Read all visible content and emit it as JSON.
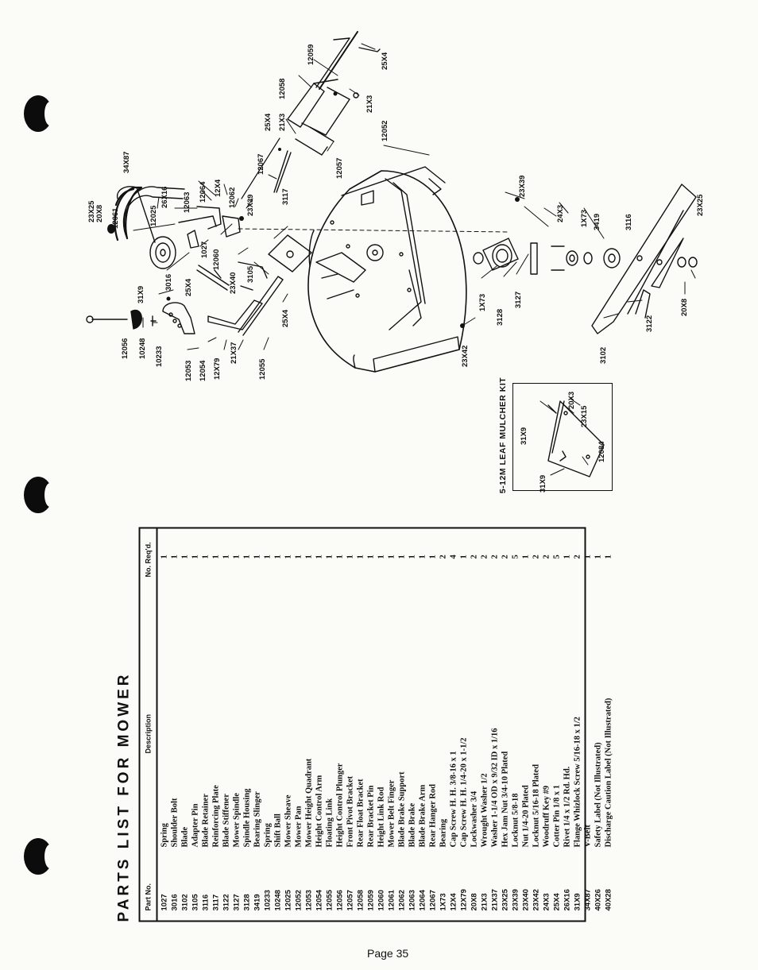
{
  "table": {
    "title": "PARTS LIST FOR MOWER",
    "headers": {
      "part": "Part No.",
      "desc": "Description",
      "qty": "No. Req'd."
    },
    "rows": [
      [
        "1027",
        "Spring",
        "1"
      ],
      [
        "3016",
        "Shoulder Bolt",
        "1"
      ],
      [
        "3102",
        "Blade",
        "1"
      ],
      [
        "3105",
        "Adapter Pin",
        "1"
      ],
      [
        "3116",
        "Blade Retainer",
        "1"
      ],
      [
        "3117",
        "Reinforcing Plate",
        "1"
      ],
      [
        "3122",
        "Blade Stiffener",
        "1"
      ],
      [
        "3127",
        "Mower Spindle",
        "1"
      ],
      [
        "3128",
        "Spindle Housing",
        "1"
      ],
      [
        "3419",
        "Bearing Slinger",
        "1"
      ],
      [
        "10233",
        "Spring",
        "1"
      ],
      [
        "10248",
        "Shift Ball",
        "1"
      ],
      [
        "12025",
        "Mower Sheave",
        "1"
      ],
      [
        "12052",
        "Mower Pan",
        "1"
      ],
      [
        "12053",
        "Mower Height Quadrant",
        "1"
      ],
      [
        "12054",
        "Height Control Arm",
        "1"
      ],
      [
        "12055",
        "Floating Link",
        "1"
      ],
      [
        "12056",
        "Height Control Plunger",
        "1"
      ],
      [
        "12057",
        "Front Pivot Bracket",
        "1"
      ],
      [
        "12058",
        "Rear Float Bracket",
        "1"
      ],
      [
        "12059",
        "Rear Bracket Pin",
        "1"
      ],
      [
        "12060",
        "Height Link Rod",
        "1"
      ],
      [
        "12061",
        "Mower Belt Finger",
        "1"
      ],
      [
        "12062",
        "Blade Brake Support",
        "1"
      ],
      [
        "12063",
        "Blade Brake",
        "1"
      ],
      [
        "12064",
        "Blade Brake Arm",
        "1"
      ],
      [
        "12067",
        "Rear Hanger Rod",
        "1"
      ],
      [
        "1X73",
        "Bearing",
        "2"
      ],
      [
        "12X4",
        "Cap Screw H. H. 3/8-16 x 1",
        "4"
      ],
      [
        "12X79",
        "Cap Screw H. H. 1/4-20 x 1-1/2",
        "1"
      ],
      [
        "20X8",
        "Lockwasher 3/4",
        "2"
      ],
      [
        "21X3",
        "Wrought Washer 1/2",
        "2"
      ],
      [
        "21X37",
        "Washer 1-1/4 OD x 9/32 ID x 1/16",
        "2"
      ],
      [
        "23X25",
        "Hex Jam Nut 3/4-10 Plated",
        "2"
      ],
      [
        "23X39",
        "Locknut 5/8-18",
        "5"
      ],
      [
        "23X40",
        "Nut 1/4-20 Plated",
        "1"
      ],
      [
        "23X42",
        "Locknut 5/16-18 Plated",
        "2"
      ],
      [
        "24X3",
        "Woodruff Key #9",
        "2"
      ],
      [
        "25X4",
        "Cotter Pin 1/8 x 1",
        "5"
      ],
      [
        "26X16",
        "Rivet 1/4 x 1/2 Rd. Hd.",
        "1"
      ],
      [
        "31X9",
        "Flange Whizlock Screw 5/16-18 x 1/2",
        "2"
      ],
      [
        "34X87",
        "V-Belt",
        "1"
      ],
      [
        "40X26",
        "Safety Label (Not Illustrated)",
        "1"
      ],
      [
        "40X28",
        "Discharge Caution Label (Not Illustrated)",
        "1"
      ]
    ]
  },
  "kit": {
    "title": "5-12M LEAF MULCHER KIT",
    "labels": {
      "a": "31X9",
      "b": "31X9",
      "c": "20X3",
      "d": "23X15",
      "e": "12084"
    }
  },
  "callouts": {
    "c12056": "12056",
    "c10248": "10248",
    "c10233": "10233",
    "c31X9": "31X9",
    "c3016": "3016",
    "c12061": "12061",
    "c12025": "12025",
    "c26X16": "26X16",
    "c23X25a": "23X25",
    "c20X8a": "20X8",
    "c34X87": "34X87",
    "c12063": "12063",
    "c12064": "12064",
    "c12X4": "12X4",
    "c12062": "12062",
    "c23X39a": "23X39",
    "c1027": "1027",
    "c12060": "12060",
    "c25X4a": "25X4",
    "c23X40": "23X40",
    "c3105": "3105",
    "c3117": "3117",
    "c12053": "12053",
    "c12054": "12054",
    "c12X79": "12X79",
    "c21X37": "21X37",
    "c12055": "12055",
    "c25X4b": "25X4",
    "c12067": "12067",
    "c25X4c": "25X4",
    "c21X3a": "21X3",
    "c12058": "12058",
    "c12059": "12059",
    "c25X4d": "25X4",
    "c21X3b": "21X3",
    "c12057": "12057",
    "c12052": "12052",
    "c23X42": "23X42",
    "c1X73a": "1X73",
    "c3128": "3128",
    "c3127": "3127",
    "c23X39b": "23X39",
    "c24X3": "24X3",
    "c1X73b": "1X73",
    "c3419": "3419",
    "c3116": "3116",
    "c3102": "3102",
    "c3122": "3122",
    "c20X8b": "20X8",
    "c23X25b": "23X25"
  },
  "footer": {
    "page": "Page 35"
  }
}
